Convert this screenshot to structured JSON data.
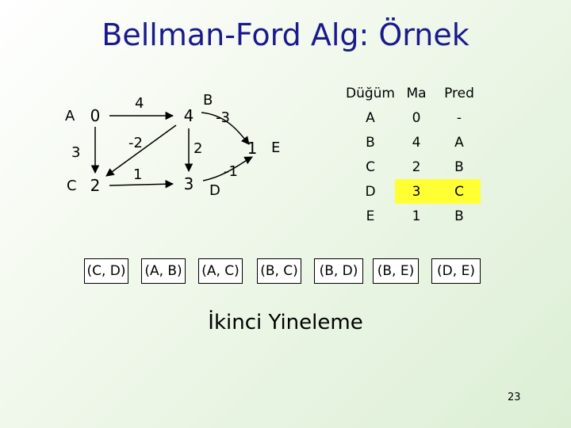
{
  "title": "Bellman-Ford Alg: Örnek",
  "graph": {
    "nodes": [
      {
        "id": "A",
        "label": "A",
        "value": "0"
      },
      {
        "id": "B",
        "label": "B",
        "value": "4"
      },
      {
        "id": "C",
        "label": "C",
        "value": "2"
      },
      {
        "id": "D",
        "label": "D",
        "value": "3"
      },
      {
        "id": "E",
        "label": "E",
        "value": "1"
      }
    ],
    "edge_weights": {
      "AB": "4",
      "AC": "3",
      "BC": "-2",
      "CD": "1",
      "BD": "2",
      "BE": "-3",
      "DE": "-1"
    }
  },
  "table": {
    "headers": [
      "Düğüm",
      "Ma",
      "Pred"
    ],
    "rows": [
      {
        "node": "A",
        "ma": "0",
        "pred": "-"
      },
      {
        "node": "B",
        "ma": "4",
        "pred": "A"
      },
      {
        "node": "C",
        "ma": "2",
        "pred": "B"
      },
      {
        "node": "D",
        "ma": "3",
        "pred": "C",
        "highlight": true
      },
      {
        "node": "E",
        "ma": "1",
        "pred": "B"
      }
    ]
  },
  "edge_order": [
    "(C, D)",
    "(A, B)",
    "(A, C)",
    "(B, C)",
    "(B, D)",
    "(B, E)",
    "(D, E)"
  ],
  "subtitle": "İkinci Yineleme",
  "page_number": "23",
  "colors": {
    "title": "#1a1a8c",
    "highlight": "#ffff33"
  }
}
